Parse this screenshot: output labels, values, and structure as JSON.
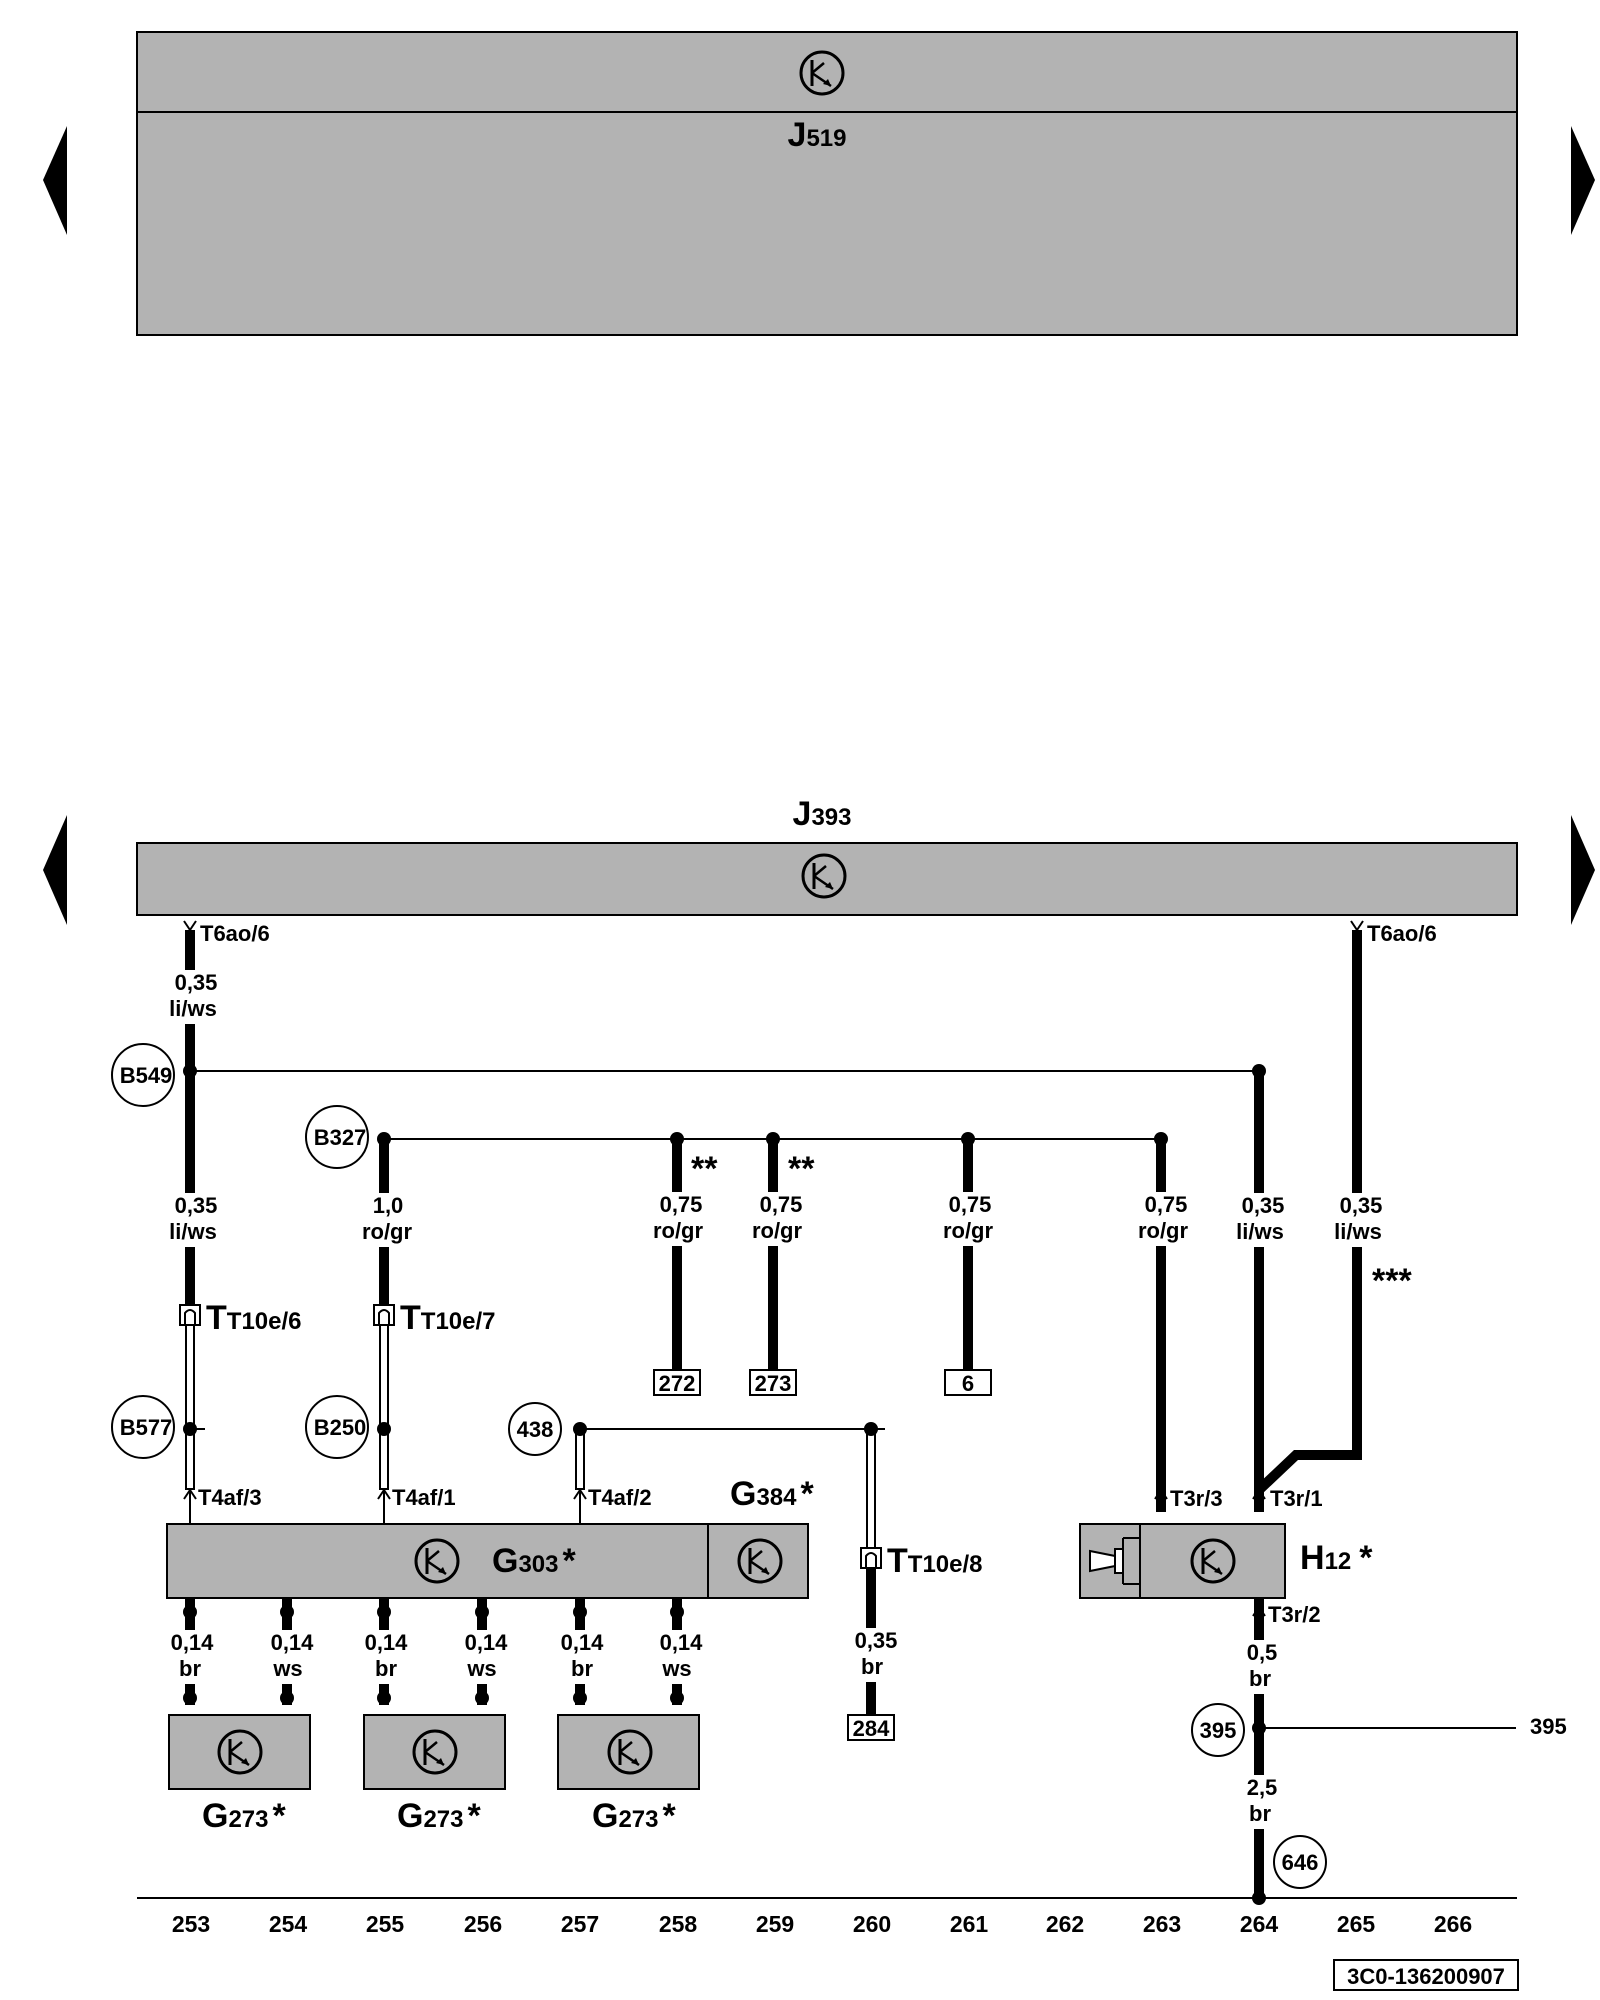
{
  "components": {
    "j519": {
      "letter": "J",
      "sub": "519"
    },
    "j393": {
      "letter": "J",
      "sub": "393"
    },
    "g303": {
      "letter": "G",
      "sub": "303",
      "star": "*"
    },
    "g384": {
      "letter": "G",
      "sub": "384",
      "star": "*"
    },
    "h12": {
      "letter": "H",
      "sub": "12",
      "star": "*"
    },
    "g273": {
      "letter": "G",
      "sub": "273",
      "star": "*"
    }
  },
  "pins": {
    "t6ao6": "T6ao/6",
    "t10e6": "T10e/6",
    "t10e7": "T10e/7",
    "t10e8": "T10e/8",
    "t4af3": "T4af/3",
    "t4af1": "T4af/1",
    "t4af2": "T4af/2",
    "t3r3": "T3r/3",
    "t3r1": "T3r/1",
    "t3r2": "T3r/2"
  },
  "connectors": {
    "b549": "B549",
    "b327": "B327",
    "b577": "B577",
    "b250": "B250",
    "c438": "438",
    "c395": "395",
    "c646": "646"
  },
  "wires": {
    "w035": "0,35",
    "w10": "1,0",
    "w075": "0,75",
    "w014": "0,14",
    "w05": "0,5",
    "w25": "2,5",
    "liws": "li/ws",
    "rogr": "ro/gr",
    "br": "br",
    "ws": "ws"
  },
  "refs": {
    "r272": "272",
    "r273": "273",
    "r6": "6",
    "r284": "284",
    "r395": "395"
  },
  "notes": {
    "two_stars": "**",
    "three_stars": "***"
  },
  "columns": [
    "253",
    "254",
    "255",
    "256",
    "257",
    "258",
    "259",
    "260",
    "261",
    "262",
    "263",
    "264",
    "265",
    "266"
  ],
  "doc_id": "3C0-136200907"
}
